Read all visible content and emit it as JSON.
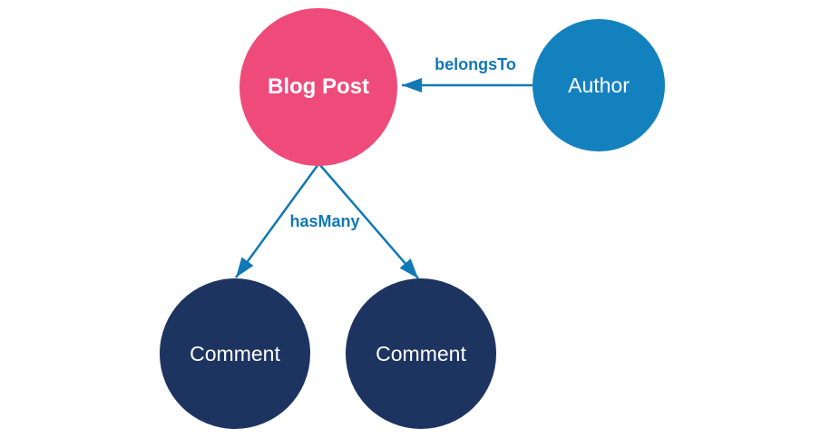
{
  "diagram": {
    "type": "entity-relationship",
    "background_color": "#ffffff",
    "colors": {
      "blog_post_fill": "#EE4B7B",
      "author_fill": "#1481BF",
      "comment_fill": "#1D3461",
      "node_text": "#ffffff",
      "edge_stroke": "#1178B6",
      "edge_label_text": "#1178B6"
    },
    "nodes": {
      "blog_post": {
        "label": "Blog Post"
      },
      "author": {
        "label": "Author"
      },
      "comment_left": {
        "label": "Comment"
      },
      "comment_right": {
        "label": "Comment"
      }
    },
    "edges": {
      "belongs_to": {
        "label": "belongsTo",
        "from": "Author",
        "to": "Blog Post",
        "direction": "left"
      },
      "has_many_left": {
        "label": "hasMany",
        "from": "Blog Post",
        "to": "Comment"
      },
      "has_many_right": {
        "label": "hasMany",
        "from": "Blog Post",
        "to": "Comment"
      }
    }
  }
}
